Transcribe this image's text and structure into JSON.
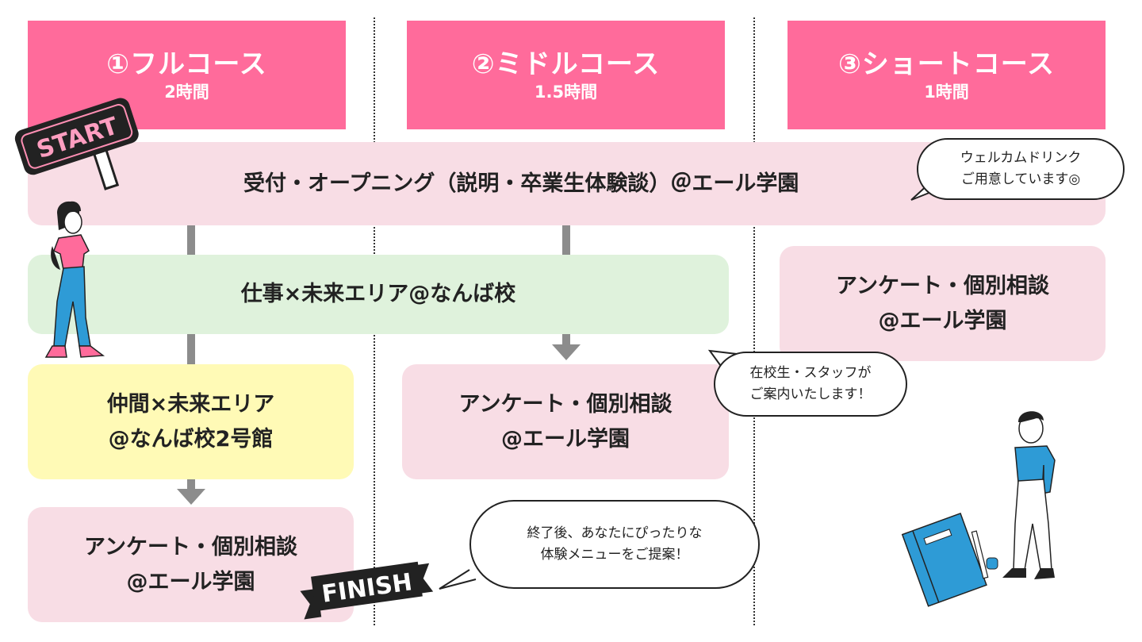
{
  "courses": [
    {
      "title": "①フルコース",
      "duration": "2時間"
    },
    {
      "title": "②ミドルコース",
      "duration": "1.5時間"
    },
    {
      "title": "③ショートコース",
      "duration": "1時間"
    }
  ],
  "steps": {
    "opening": "受付・オープニング（説明・卒業生体験談）＠エール学園",
    "work_future": "仕事×未来エリア@なんば校",
    "peer_future": [
      "仲間×未来エリア",
      "@なんば校2号館"
    ],
    "survey_full": [
      "アンケート・個別相談",
      "@エール学園"
    ],
    "survey_middle": [
      "アンケート・個別相談",
      "@エール学園"
    ],
    "survey_short": [
      "アンケート・個別相談",
      "@エール学園"
    ]
  },
  "bubbles": {
    "welcome": [
      "ウェルカムドリンク",
      "ご用意しています◎"
    ],
    "guide": [
      "在校生・スタッフが",
      "ご案内いたします！"
    ],
    "finish": [
      "終了後、あなたにぴったりな",
      "体験メニューをご提案！"
    ]
  },
  "signs": {
    "start": "START",
    "finish": "FINISH"
  },
  "colors": {
    "header": "#ff6b9b",
    "pink_box": "#f8dde5",
    "green_box": "#dff2dc",
    "yellow_box": "#fffab6",
    "arrow": "#8c8c8c"
  }
}
